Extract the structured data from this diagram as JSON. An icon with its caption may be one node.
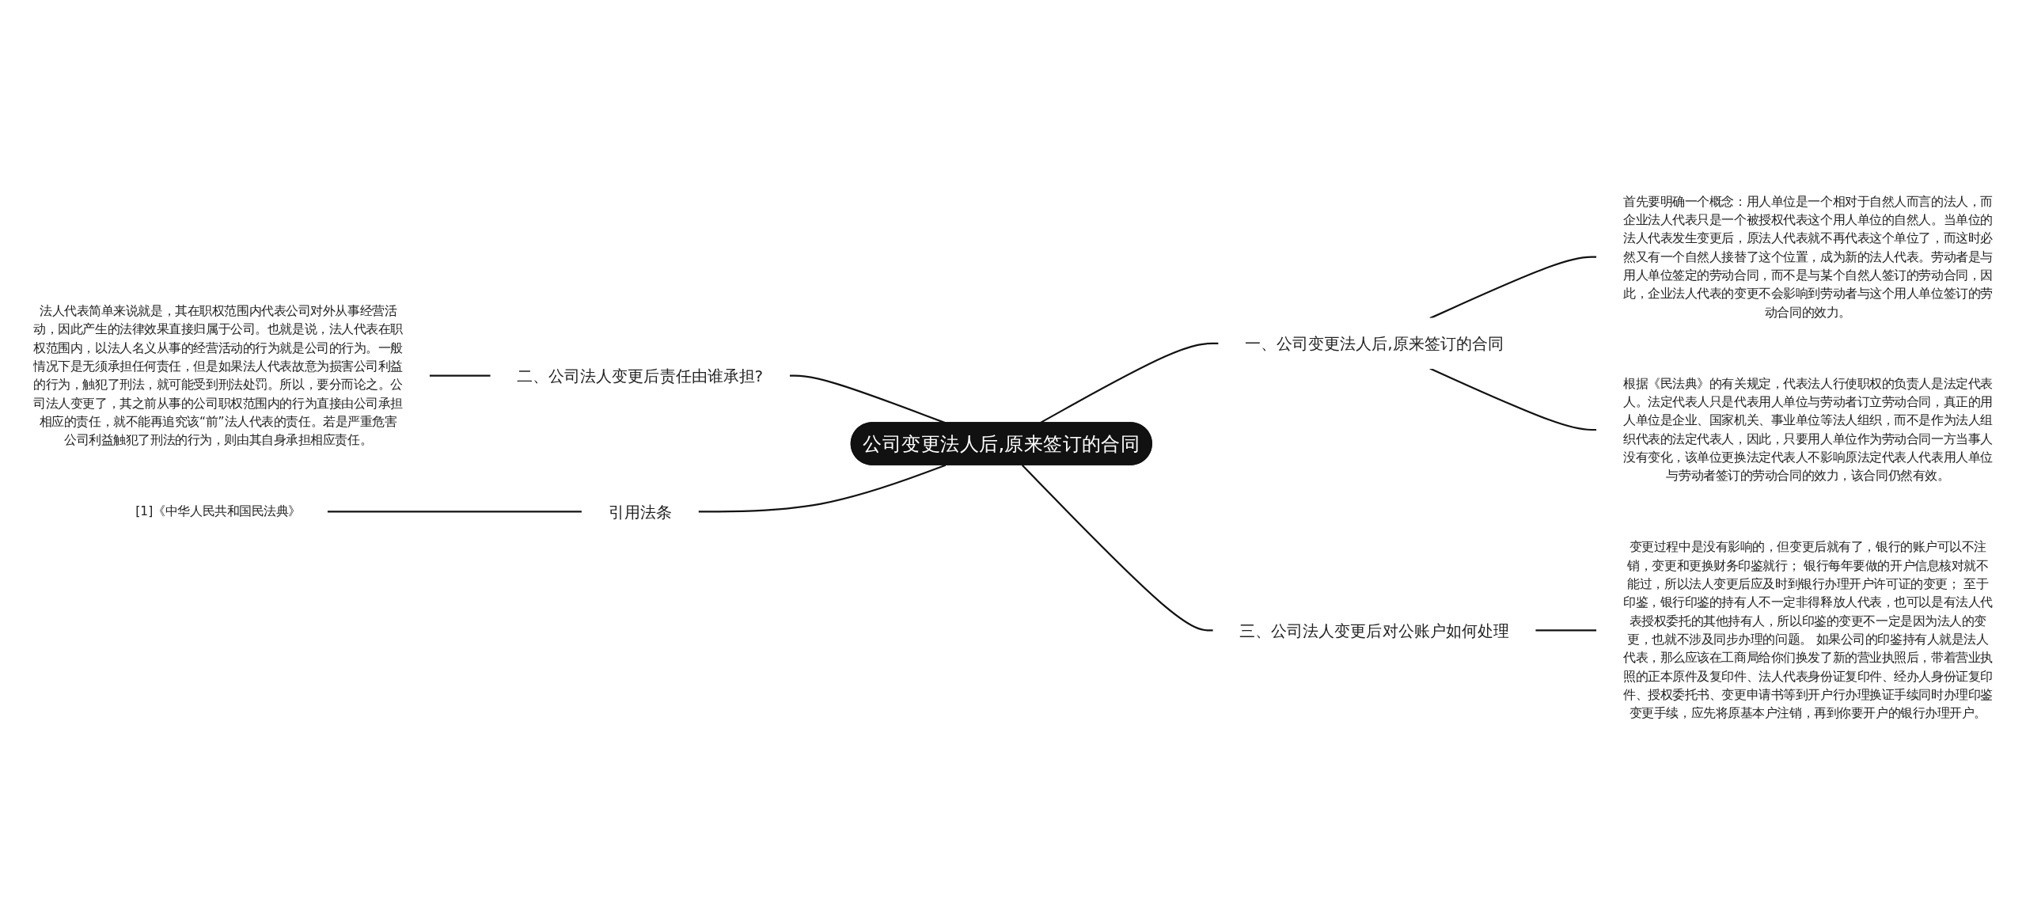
{
  "diagram": {
    "nodes": [
      {
        "text": [
          "公司变更法人后,原来签订的合同"
        ]
      },
      {
        "text": [
          "一、公司变更法人后,原来签订的合同"
        ]
      },
      {
        "text": [
          "首先要明确一个概念：用人单位是一个相对于自然人而言的法人，而企业法人代表只是一个被授权代表这个用人单位的自然人。当单位的法人代表发生变更后，原法人代表就不再代表这个单位了，而这时必然又有一个自然人接替了这个位置，成为新的法人代表。劳动者是与用人单位签定的劳动合同，而不是与某个自然人签订的劳动合同，因此，企业法人代表的变更不会影响到劳动者与这个用人单位签订的劳动合同的效力。"
        ]
      },
      {
        "text": [
          "根据《民法典》的有关规定，代表法人行使职权的负责人是法定代表人。法定代表人只是代表用人单位与劳动者订立劳动合同，真正的用人单位是企业、国家机关、事业单位等法人组织，而不是作为法人组织代表的法定代表人，因此，只要用人单位作为劳动合同一方当事人没有变化，该单位更换法定代表人不影响原法定代表人代表用人单位与劳动者签订的劳动合同的效力，该合同仍然有效。"
        ]
      },
      {
        "text": [
          "二、公司法人变更后责任由谁承担?"
        ]
      },
      {
        "text": [
          "法人代表简单来说就是，其在职权范围内代表公司对外从事经营活动，因此产生的法律效果直接归属于公司。也就是说，法人代表在职权范围内，以法人名义从事的经营活动的行为就是公司的行为。一般情况下是无须承担任何责任，但是如果法人代表故意为损害公司利益的行为，触犯了刑法，就可能受到刑法处罚。所以，要分而论之。公司法人变更了，其之前从事的公司职权范围内的行为直接由公司承担相应的责任，就不能再追究该“前”法人代表的责任。若是严重危害公司利益触犯了刑法的行为，则由其自身承担相应责任。"
        ]
      },
      {
        "text": [
          "引用法条"
        ]
      },
      {
        "text": [
          "[1]《中华人民共和国民法典》"
        ]
      },
      {
        "text": [
          "三、公司法人变更后对公账户如何处理"
        ]
      },
      {
        "text": [
          "变更过程中是没有影响的，但变更后就有了，银行的账户可以不注销，变更和更换财务印鉴就行； 银行每年要做的开户信息核对就不能过，所以法人变更后应及时到银行办理开户许可证的变更； 至于印鉴，银行印鉴的持有人不一定非得释放人代表，也可以是有法人代表授权委托的其他持有人，所以印鉴的变更不一定是因为法人的变更，也就不涉及同步办理的问题。 如果公司的印鉴持有人就是法人代表，那么应该在工商局给你们换发了新的营业执照后，带着营业执照的正本原件及复印件、法人代表身份证复印件、经办人身份证复印件、授权委托书、变更申请书等到开户行办理换证手续同时办理印鉴变更手续，应先将原基本户注销，再到你要开户的银行办理开户。"
        ]
      }
    ],
    "edges": [
      {
        "from": 0,
        "to": 1,
        "arrow": "none"
      },
      {
        "from": 1,
        "to": 2,
        "arrow": "none"
      },
      {
        "from": 1,
        "to": 3,
        "arrow": "none"
      },
      {
        "from": 4,
        "to": 0,
        "arrow": "none"
      },
      {
        "from": 5,
        "to": 4,
        "arrow": "none"
      },
      {
        "from": 6,
        "to": 0,
        "arrow": "none"
      },
      {
        "from": 7,
        "to": 6,
        "arrow": "none"
      },
      {
        "from": 0,
        "to": 8,
        "arrow": "none"
      },
      {
        "from": 8,
        "to": 9,
        "arrow": "none"
      }
    ]
  }
}
